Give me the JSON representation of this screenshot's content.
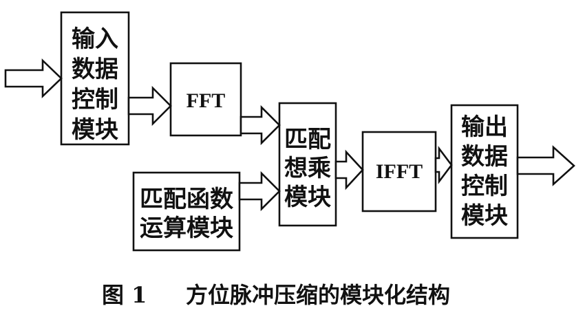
{
  "blocks": {
    "input_control": [
      "输入",
      "数据",
      "控制",
      "模块"
    ],
    "fft": "FFT",
    "matched_multiply": [
      "匹配",
      "想乘",
      "模块"
    ],
    "matched_function": [
      "匹配函数",
      "运算模块"
    ],
    "ifft": "IFFT",
    "output_control": [
      "输出",
      "数据",
      "控制",
      "模块"
    ]
  },
  "caption": {
    "number": "图 1",
    "title": "方位脉冲压缩的模块化结构"
  }
}
